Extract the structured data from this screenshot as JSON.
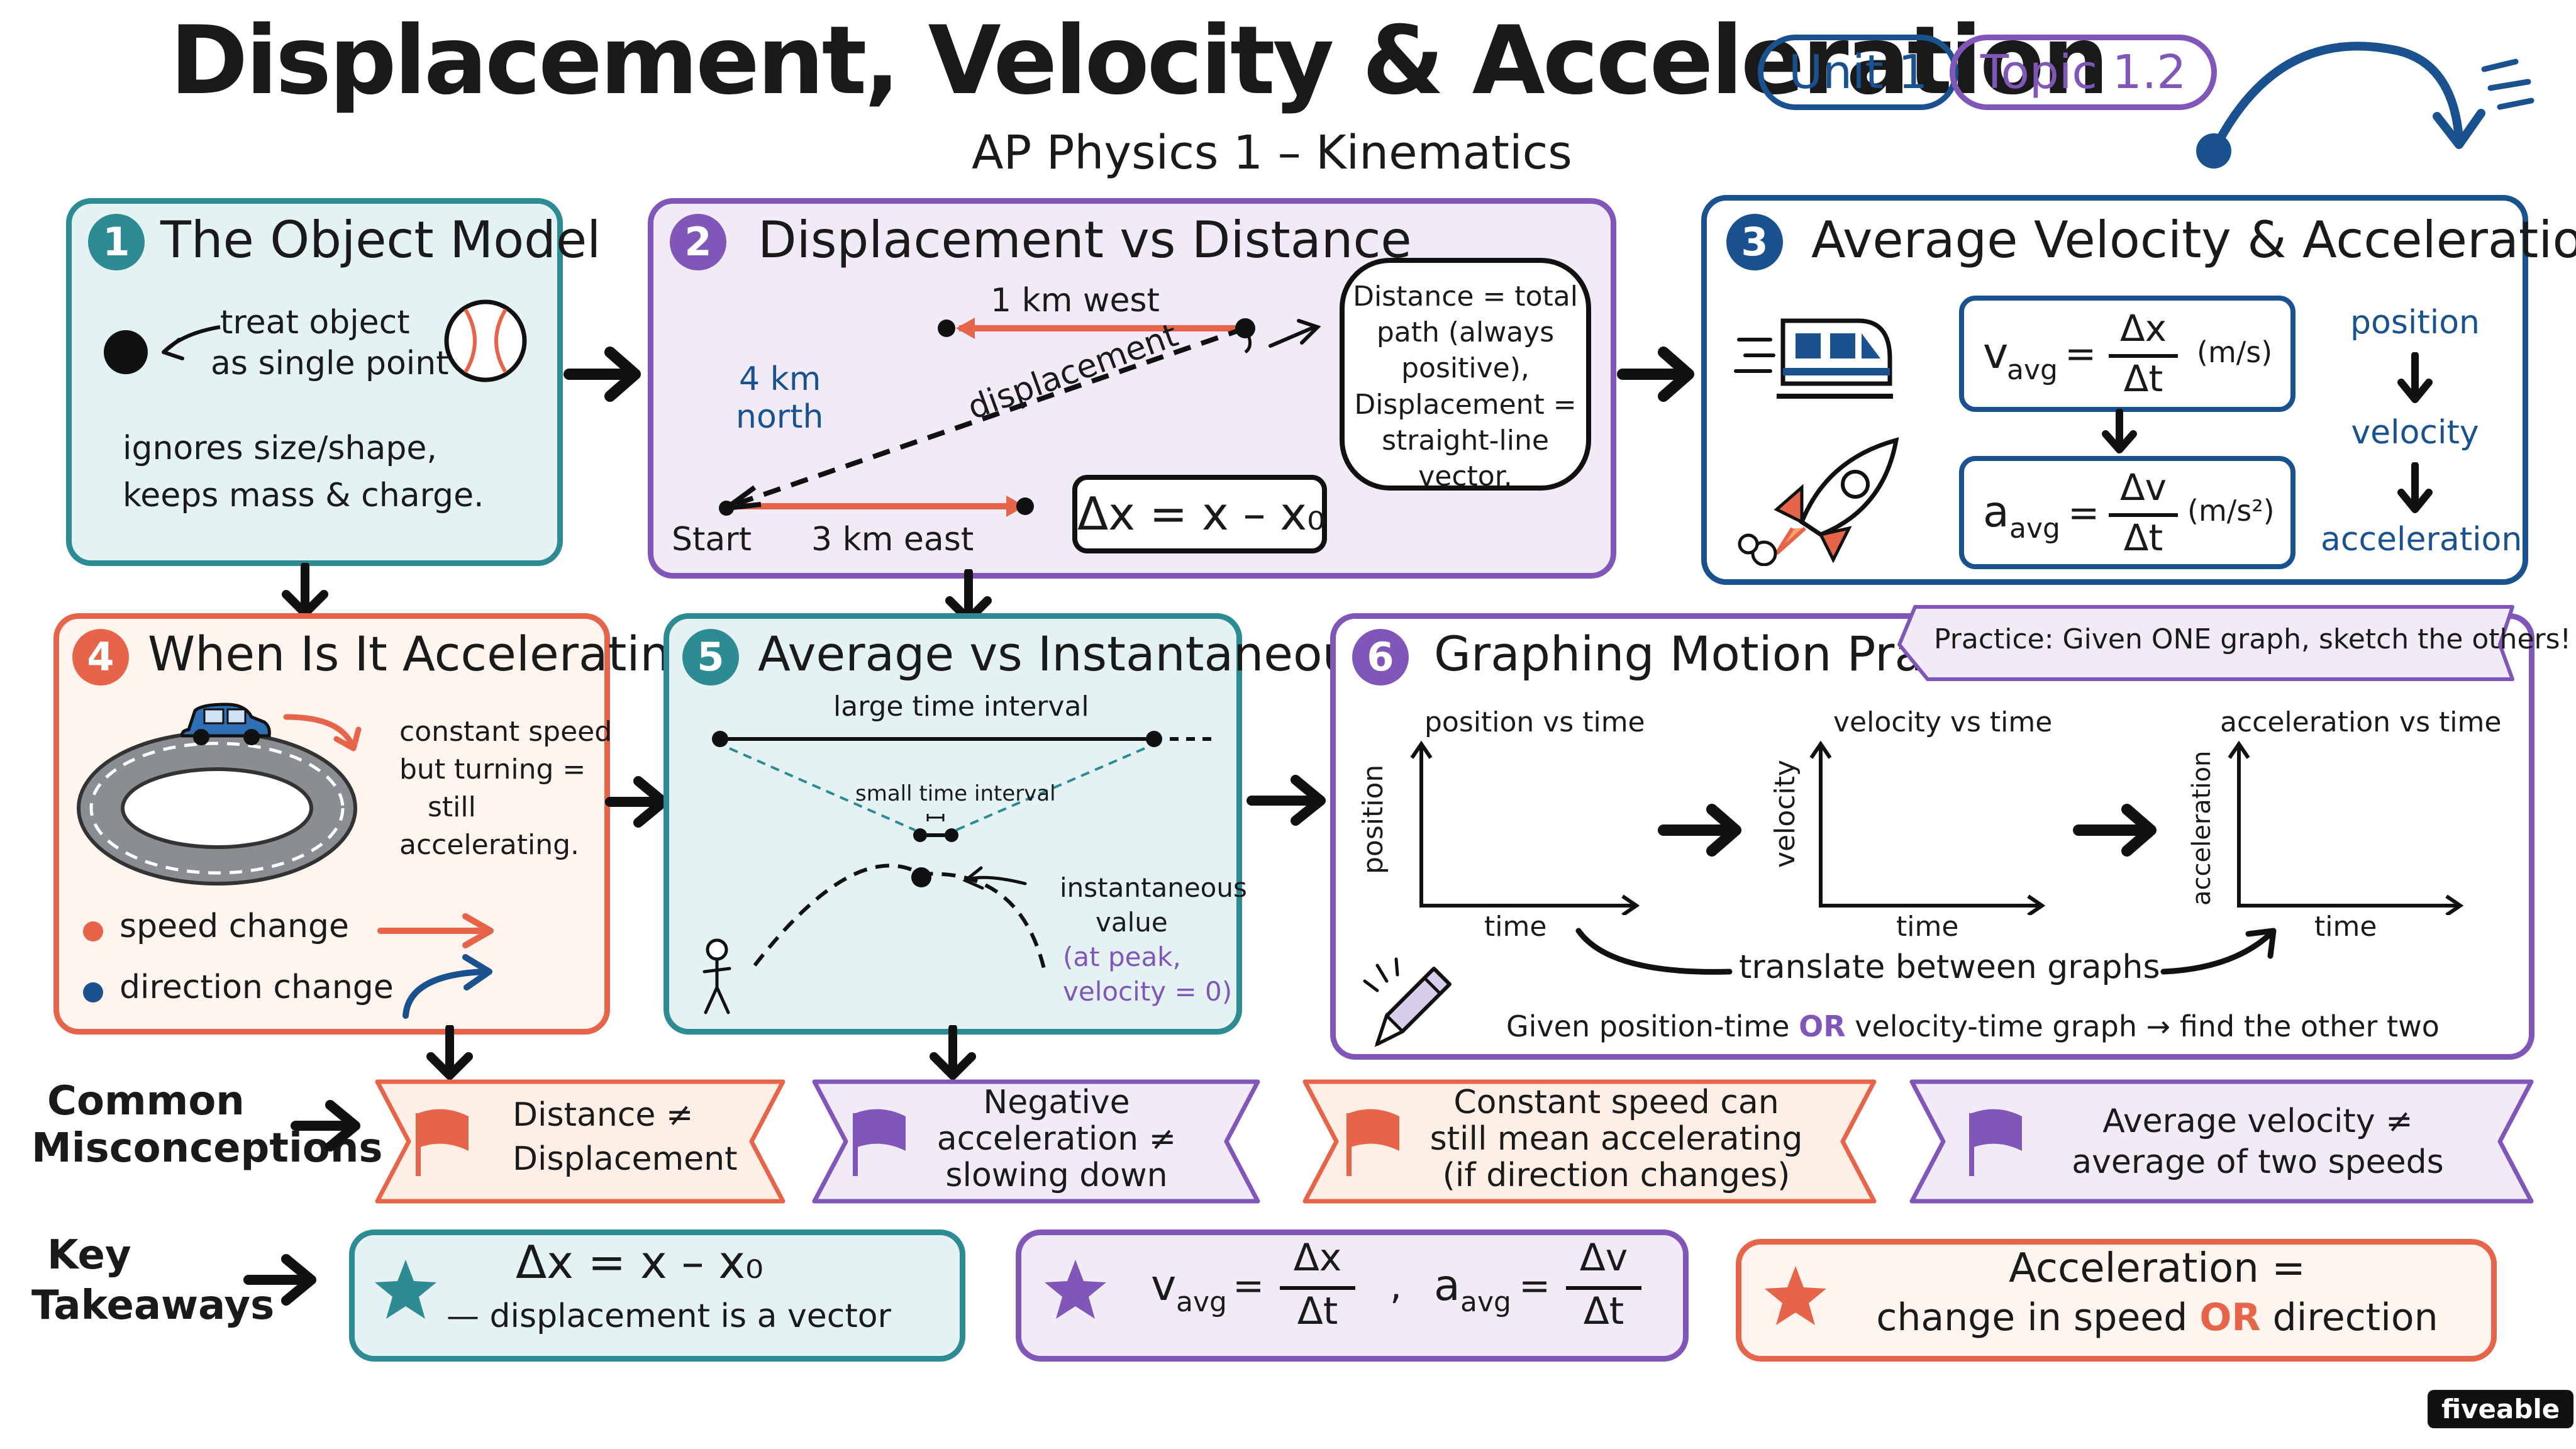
{
  "header": {
    "title": "Displacement, Velocity & Acceleration",
    "subtitle": "AP Physics 1 – Kinematics",
    "unit_pill": "Unit 1",
    "topic_pill": "Topic 1.2"
  },
  "colors": {
    "teal": "#2d8b94",
    "purple": "#8057b8",
    "blue": "#19528f",
    "orange": "#e6654a"
  },
  "panel1": {
    "number": "1",
    "title": "The Object Model",
    "note": "treat object as single point",
    "note_l1": "treat object",
    "note_l2": "as single point",
    "body_l1": "ignores size/shape,",
    "body_l2": "keeps mass & charge.",
    "icons": [
      "point-icon",
      "baseball-icon"
    ]
  },
  "panel2": {
    "number": "2",
    "title": "Displacement vs Distance",
    "label_west": "1 km west",
    "label_north_l1": "4 km",
    "label_north_l2": "north",
    "label_displacement": "displacement",
    "label_start": "Start",
    "label_east": "3 km east",
    "formula": "Δx = x – x₀",
    "cloud_lines": [
      "Distance = total",
      "path (always",
      "positive),",
      "Displacement =",
      "straight-line",
      "vector."
    ]
  },
  "panel3": {
    "number": "3",
    "title": "Average Velocity & Acceleration",
    "v_symbol": "v",
    "v_sub": "avg",
    "v_num": "Δx",
    "v_den": "Δt",
    "v_unit": "(m/s)",
    "a_symbol": "a",
    "a_sub": "avg",
    "a_num": "Δv",
    "a_den": "Δt",
    "a_unit": "(m/s²)",
    "chain": [
      "position",
      "velocity",
      "acceleration"
    ],
    "icons": [
      "train-icon",
      "rocket-icon"
    ]
  },
  "panel4": {
    "number": "4",
    "title": "When Is It Accelerating?",
    "note_lines": [
      "constant speed",
      "but turning =",
      "still",
      "accelerating."
    ],
    "legend": [
      {
        "label": "speed change",
        "color": "#e6654a"
      },
      {
        "label": "direction change",
        "color": "#19528f"
      }
    ],
    "icons": [
      "race-track-icon",
      "car-icon"
    ]
  },
  "panel5": {
    "number": "5",
    "title": "Average vs Instantaneous",
    "large_interval": "large time interval",
    "small_interval": "small time interval",
    "inst_l1": "instantaneous",
    "inst_l2": "value",
    "peak_l1": "(at peak,",
    "peak_l2": "velocity = 0)"
  },
  "panel6": {
    "number": "6",
    "title": "Graphing Motion Practice",
    "practice_banner": "Practice: Given ONE graph, sketch the others!",
    "graphs": [
      {
        "title": "position vs time",
        "ylabel": "position",
        "xlabel": "time"
      },
      {
        "title": "velocity vs time",
        "ylabel": "velocity",
        "xlabel": "time"
      },
      {
        "title": "acceleration vs time",
        "ylabel": "acceleration",
        "xlabel": "time"
      }
    ],
    "translate": "translate between graphs",
    "given_a": "Given position-time",
    "given_or": "OR",
    "given_b": "velocity-time graph",
    "given_c": "find the other two"
  },
  "misconceptions": {
    "label_l1": "Common",
    "label_l2": "Misconceptions",
    "items": [
      {
        "l1": "Distance ≠",
        "l2": "Displacement",
        "l3": ""
      },
      {
        "l1": "Negative",
        "l2": "acceleration ≠",
        "l3": "slowing down"
      },
      {
        "l1": "Constant speed can",
        "l2": "still mean accelerating",
        "l3": "(if direction changes)"
      },
      {
        "l1": "Average velocity ≠",
        "l2": "average of two speeds",
        "l3": ""
      }
    ]
  },
  "takeaways": {
    "label_l1": "Key",
    "label_l2": "Takeaways",
    "t1_l1": "Δx = x – x₀",
    "t1_l2": "— displacement is a vector",
    "t2_v": "v",
    "t2_vsub": "avg",
    "t2_vnum": "Δx",
    "t2_vden": "Δt",
    "t2_comma": ",",
    "t2_a": "a",
    "t2_asub": "avg",
    "t2_anum": "Δv",
    "t2_aden": "Δt",
    "t3_l1": "Acceleration =",
    "t3_a": "change in speed",
    "t3_or": "OR",
    "t3_b": "direction"
  },
  "brand": "fiveable"
}
